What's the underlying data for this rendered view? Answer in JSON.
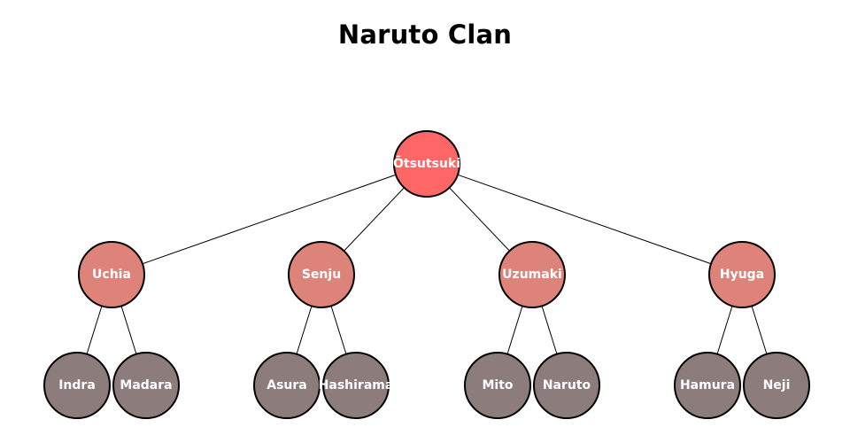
{
  "title": "Naruto Clan",
  "colors": {
    "root": "#ff6666",
    "clan": "#de8379",
    "member": "#8c7c7b",
    "link": "#000000",
    "label": "#ffffff"
  },
  "tree": {
    "name": "Ōtsutsuki",
    "children": [
      {
        "name": "Uchia",
        "children": [
          {
            "name": "Indra"
          },
          {
            "name": "Madara"
          }
        ]
      },
      {
        "name": "Senju",
        "children": [
          {
            "name": "Asura"
          },
          {
            "name": "Hashirama"
          }
        ]
      },
      {
        "name": "Uzumaki",
        "children": [
          {
            "name": "Mito"
          },
          {
            "name": "Naruto"
          }
        ]
      },
      {
        "name": "Hyuga",
        "children": [
          {
            "name": "Hamura"
          },
          {
            "name": "Neji"
          }
        ]
      }
    ]
  }
}
